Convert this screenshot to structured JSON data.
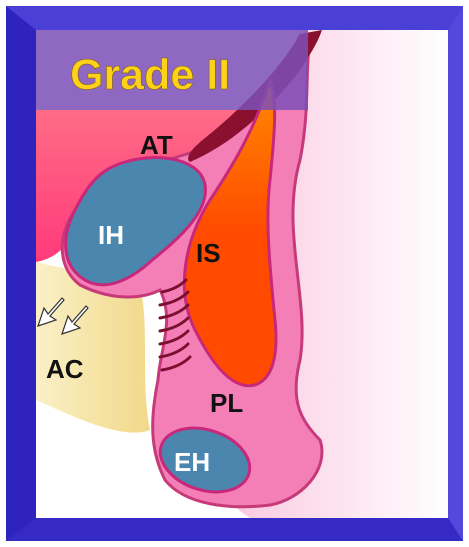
{
  "title": "Grade II",
  "labels": {
    "at": "AT",
    "ih": "IH",
    "is": "IS",
    "ac": "AC",
    "pl": "PL",
    "eh": "EH"
  },
  "colors": {
    "frame": "#3f35c8",
    "title_band": "#7b4fb6",
    "title_text": "#ffd21a",
    "mucosa_top": "#ff4f7e",
    "pink_tissue": "#f47fb6",
    "light_pink": "#fbd3e6",
    "hemorrhoid": "#4b86ae",
    "inner_orange": "#ff4a00",
    "anal_canal": "#f6e6a4",
    "dark_line": "#7a1030",
    "arrow_fill": "#ffffff"
  }
}
